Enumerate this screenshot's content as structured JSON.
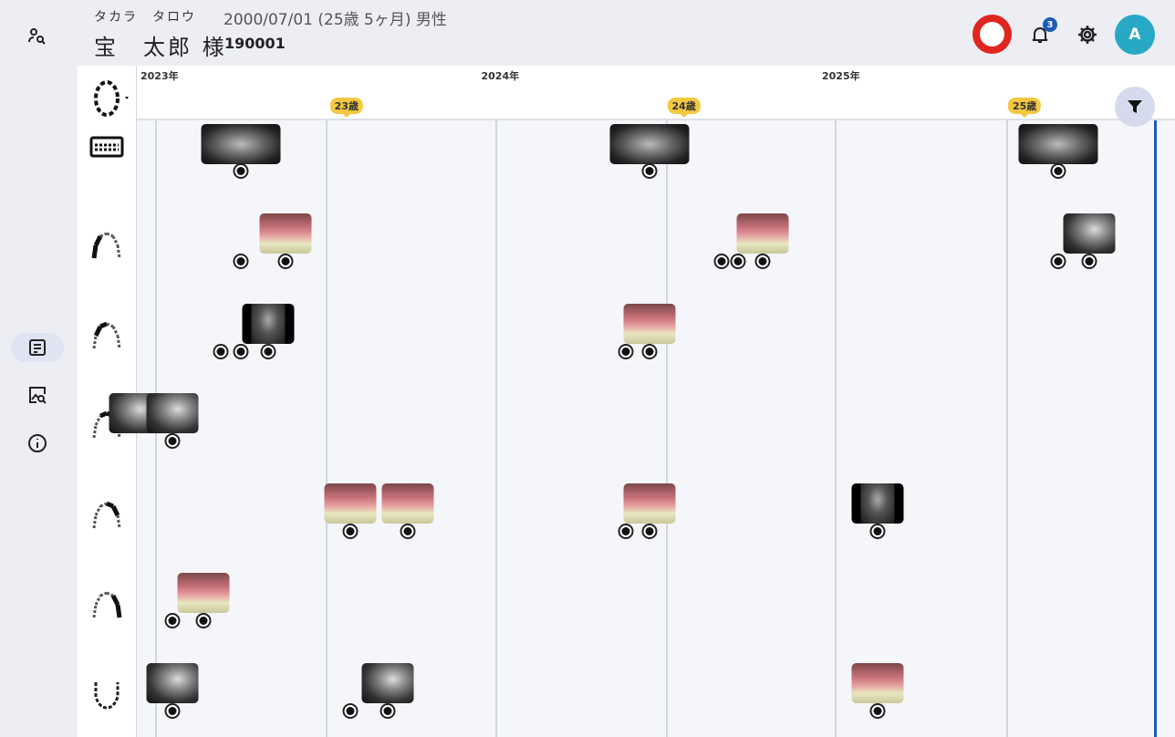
{
  "header": {
    "kana": "タカラ　タロウ",
    "dob": "2000/07/01 (25歳 5ヶ月) 男性",
    "name": "宝　太郎 様",
    "patient_id": "190001",
    "notifications": "3",
    "avatar": "A"
  },
  "nav": [
    {
      "icon": "patient-search-icon"
    },
    {
      "icon": "records-icon",
      "active": true
    },
    {
      "icon": "image-search-icon"
    },
    {
      "icon": "info-icon"
    }
  ],
  "timeline": {
    "years": [
      {
        "label": "2023年",
        "value": 2023
      },
      {
        "label": "2024年",
        "value": 2024
      },
      {
        "label": "2025年",
        "value": 2025
      }
    ],
    "ages": [
      {
        "label": "23歳",
        "value": 2023.61
      },
      {
        "label": "24歳",
        "value": 2024.6
      },
      {
        "label": "25歳",
        "value": 2025.6
      }
    ],
    "rows": [
      {
        "region": "panorama",
        "items": [
          {
            "type": "pano",
            "at": 2023.3,
            "markers": [
              2023.3
            ]
          },
          {
            "type": "pano",
            "at": 2024.5,
            "markers": [
              2024.5
            ]
          },
          {
            "type": "pano",
            "at": 2025.7,
            "markers": [
              2025.7
            ]
          }
        ]
      },
      {
        "region": "upper-right",
        "items": [
          {
            "type": "intra",
            "at": 2023.43,
            "markers": [
              2023.3,
              2023.43
            ]
          },
          {
            "type": "intra",
            "at": 2024.83,
            "markers": [
              2024.71,
              2024.76,
              2024.83
            ]
          },
          {
            "type": "xray",
            "at": 2025.79,
            "markers": [
              2025.7,
              2025.79
            ]
          }
        ]
      },
      {
        "region": "upper-right-molar",
        "items": [
          {
            "type": "dark",
            "at": 2023.38,
            "markers": [
              2023.24,
              2023.3,
              2023.38
            ]
          },
          {
            "type": "intra",
            "at": 2024.5,
            "markers": [
              2024.43,
              2024.5
            ]
          }
        ]
      },
      {
        "region": "upper-front",
        "items": [
          {
            "type": "xray",
            "at": 2022.99,
            "markers": []
          },
          {
            "type": "xray",
            "at": 2023.1,
            "markers": [
              2023.1
            ]
          }
        ]
      },
      {
        "region": "upper-left",
        "items": [
          {
            "type": "intra",
            "at": 2023.62,
            "markers": [
              2023.62
            ]
          },
          {
            "type": "intra",
            "at": 2023.79,
            "markers": [
              2023.79
            ]
          },
          {
            "type": "intra",
            "at": 2024.5,
            "markers": [
              2024.43,
              2024.5
            ]
          },
          {
            "type": "dark",
            "at": 2025.17,
            "markers": [
              2025.17
            ]
          }
        ]
      },
      {
        "region": "upper-left-molar",
        "items": [
          {
            "type": "intra",
            "at": 2023.19,
            "markers": [
              2023.1,
              2023.19
            ]
          }
        ]
      },
      {
        "region": "lower",
        "items": [
          {
            "type": "xray",
            "at": 2023.1,
            "markers": [
              2023.1
            ]
          },
          {
            "type": "xray",
            "at": 2023.73,
            "markers": [
              2023.62,
              2023.73
            ]
          },
          {
            "type": "intra",
            "at": 2025.17,
            "markers": [
              2025.17
            ]
          }
        ]
      }
    ]
  }
}
